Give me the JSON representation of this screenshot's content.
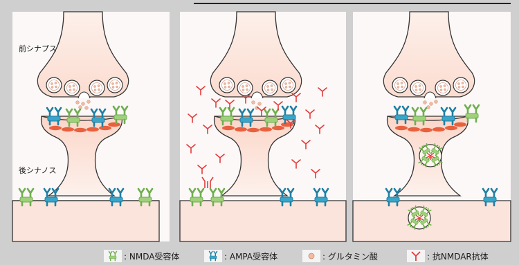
{
  "labels": {
    "presynapse": "前シナプス",
    "postsynapse": "後シナノス"
  },
  "legend": {
    "nmda": ": NMDA受容体",
    "ampa": ": AMPA受容体",
    "glutamate": ": グルタミン酸",
    "antibody": ": 抗NMDAR抗体"
  },
  "colors": {
    "background": "#cfcfcf",
    "panel": "#fbf8f7",
    "terminal_fill": "#fde4da",
    "nmda_receptor": "#9fd07b",
    "ampa_receptor": "#39a6c9",
    "glutamate": "#f2b9a3",
    "antibody": "#e43a3a",
    "density": "#e8613f"
  }
}
